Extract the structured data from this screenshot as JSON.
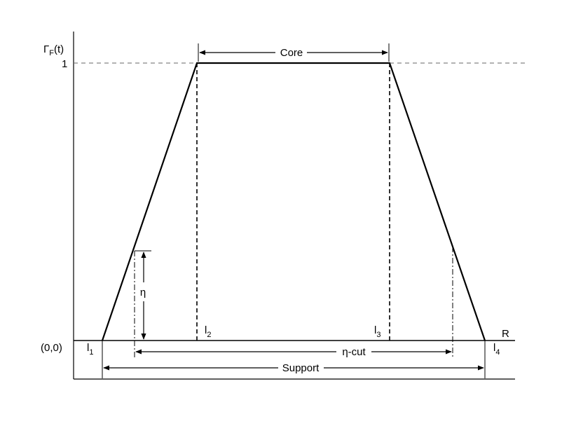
{
  "y_axis": {
    "symbol": "Γ",
    "subscript": "F",
    "suffix": "(t)",
    "tick_one": "1"
  },
  "origin_label": "(0,0)",
  "x_axis_label": "R",
  "points": [
    {
      "base": "l",
      "sub": "1"
    },
    {
      "base": "l",
      "sub": "2"
    },
    {
      "base": "l",
      "sub": "3"
    },
    {
      "base": "l",
      "sub": "4"
    }
  ],
  "labels": {
    "core": "Core",
    "eta": "η",
    "eta_cut": "η-cut",
    "support": "Support"
  },
  "colors": {
    "line": "#000000",
    "dashed_guide": "#666666",
    "background": "#ffffff"
  }
}
